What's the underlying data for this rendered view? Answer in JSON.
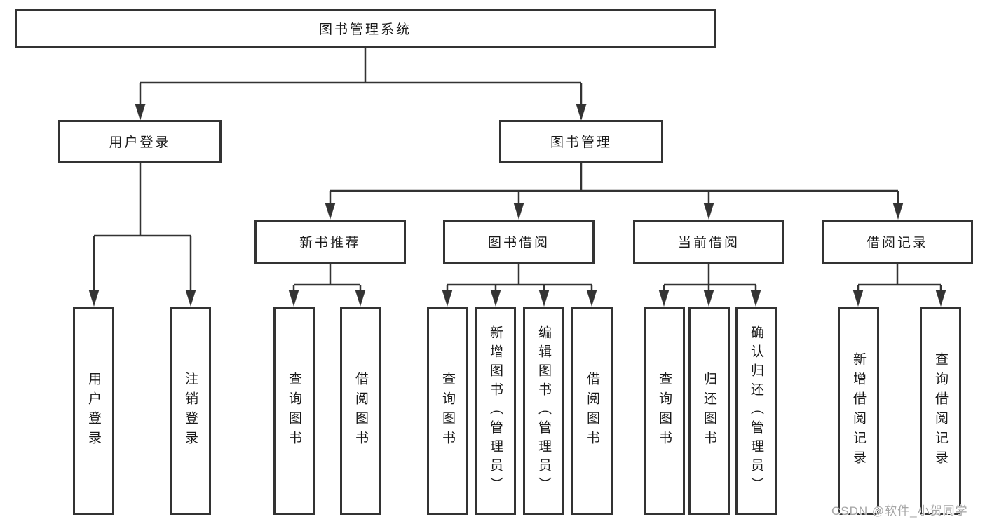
{
  "diagram": {
    "title": "图书管理系统",
    "branches": [
      {
        "label": "用户登录",
        "children": [
          {
            "label": "用户登录"
          },
          {
            "label": "注销登录"
          }
        ]
      },
      {
        "label": "图书管理",
        "children": [
          {
            "label": "新书推荐",
            "children": [
              {
                "label": "查询图书"
              },
              {
                "label": "借阅图书"
              }
            ]
          },
          {
            "label": "图书借阅",
            "children": [
              {
                "label": "查询图书"
              },
              {
                "label": "新增图书（管理员）"
              },
              {
                "label": "编辑图书（管理员）"
              },
              {
                "label": "借阅图书"
              }
            ]
          },
          {
            "label": "当前借阅",
            "children": [
              {
                "label": "查询图书"
              },
              {
                "label": "归还图书"
              },
              {
                "label": "确认归还（管理员）"
              }
            ]
          },
          {
            "label": "借阅记录",
            "children": [
              {
                "label": "新增借阅记录"
              },
              {
                "label": "查询借阅记录"
              }
            ]
          }
        ]
      }
    ]
  },
  "watermark": {
    "text": "CSDN @软件_小贺同学"
  },
  "colors": {
    "line": "#333333",
    "text": "#1a1a1a",
    "watermark": "#a6a6a6",
    "background": "#ffffff"
  }
}
